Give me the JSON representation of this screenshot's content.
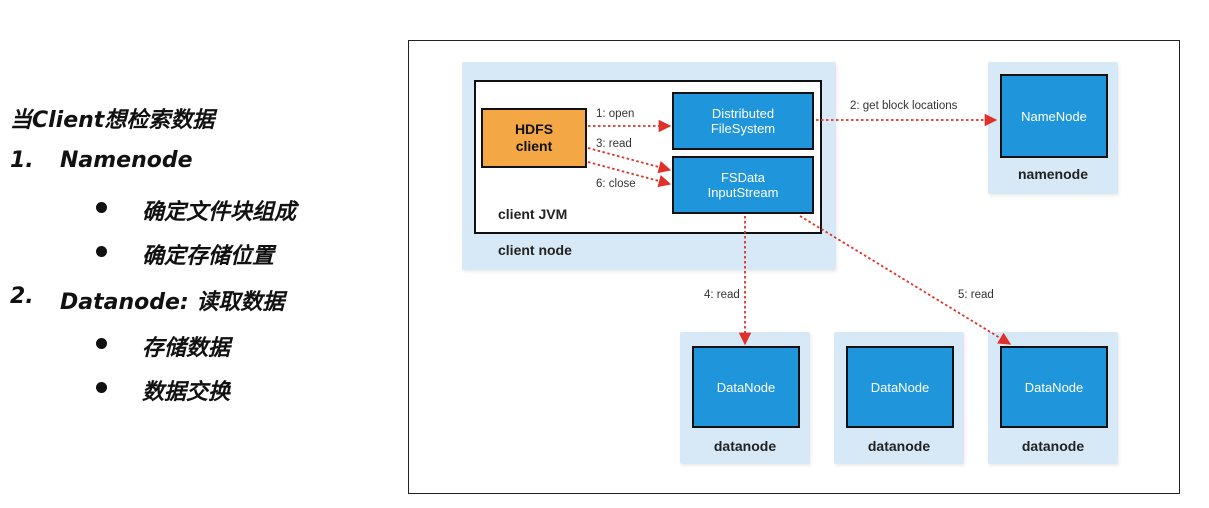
{
  "left": {
    "title": "当Client想检索数据",
    "items": [
      {
        "number": "1.",
        "label": "Namenode",
        "bullets": [
          "确定文件块组成",
          "确定存储位置"
        ]
      },
      {
        "number": "2.",
        "label": "Datanode: 读取数据",
        "bullets": [
          "存储数据",
          "数据交换"
        ]
      }
    ]
  },
  "diagram": {
    "client_node_label": "client node",
    "client_jvm_label": "client JVM",
    "hdfs_client": "HDFS\nclient",
    "distributed_fs": "Distributed\nFileSystem",
    "fsdata_stream": "FSData\nInputStream",
    "namenode_component": "NameNode",
    "namenode_label": "namenode",
    "datanodes": [
      {
        "component": "DataNode",
        "label": "datanode"
      },
      {
        "component": "DataNode",
        "label": "datanode"
      },
      {
        "component": "DataNode",
        "label": "datanode"
      }
    ],
    "arrows": {
      "open": "1: open",
      "get_block_locations": "2: get block locations",
      "read3": "3: read",
      "read4": "4: read",
      "read5": "5: read",
      "close": "6: close"
    },
    "colors": {
      "node_bg": "#d7e8f6",
      "component_blue": "#1f96dc",
      "hdfs_orange": "#f4a845",
      "arrow_red": "#e0302a"
    }
  }
}
